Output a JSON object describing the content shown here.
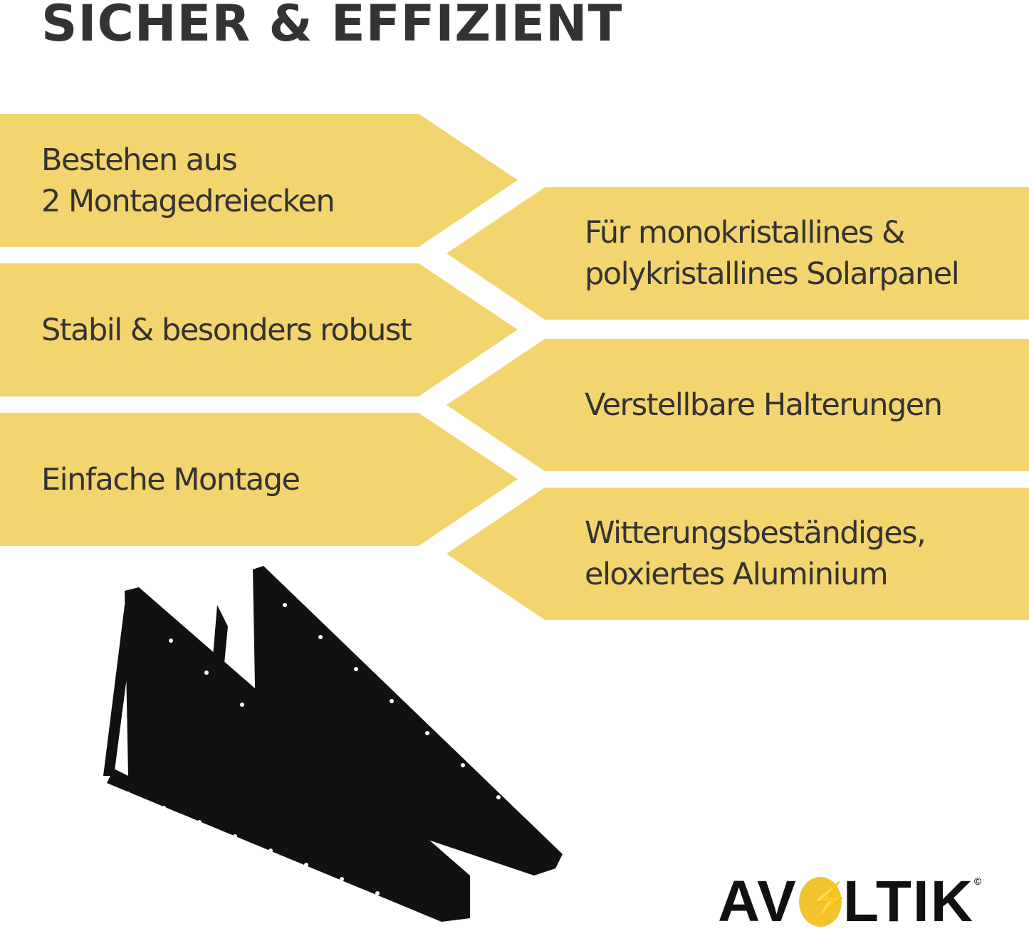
{
  "title": "SICHER & EFFIZIENT",
  "features_left": [
    {
      "lines": [
        "Bestehen aus",
        "2 Montagedreiecken"
      ]
    },
    {
      "lines": [
        "Stabil & besonders robust"
      ]
    },
    {
      "lines": [
        "Einfache Montage"
      ]
    }
  ],
  "features_right": [
    {
      "lines": [
        "Für monokristallines &",
        "polykristallines Solarpanel"
      ]
    },
    {
      "lines": [
        "Verstellbare Halterungen"
      ]
    },
    {
      "lines": [
        "Witterungsbeständiges,",
        "eloxiertes Aluminium"
      ]
    }
  ],
  "logo": {
    "pre": "AV",
    "post": "LTIK",
    "mark": "©"
  },
  "colors": {
    "accent": "#f2d56e",
    "text": "#333333",
    "bolt": "#f2c530"
  }
}
